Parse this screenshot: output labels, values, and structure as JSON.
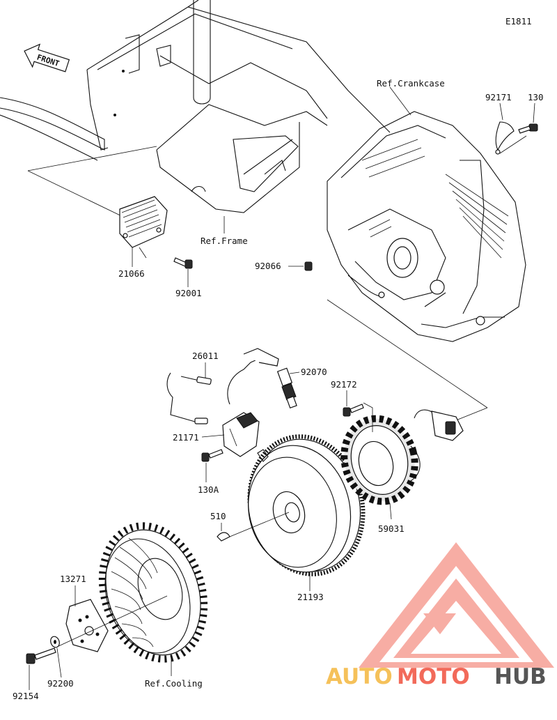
{
  "diagram_code": "E1811",
  "front_label": "FRONT",
  "references": {
    "crankcase": "Ref.Crankcase",
    "frame": "Ref.Frame",
    "cooling": "Ref.Cooling"
  },
  "parts": {
    "p92171": "92171",
    "p130": "130",
    "p92066": "92066",
    "p21066": "21066",
    "p92001": "92001",
    "p26011": "26011",
    "p92070": "92070",
    "p92172": "92172",
    "p21171": "21171",
    "p130A": "130A",
    "p510": "510",
    "p59031": "59031",
    "p21193": "21193",
    "p13271": "13271",
    "p92200": "92200",
    "p92154": "92154"
  },
  "watermark": {
    "word_auto": "AUTO",
    "word_moto": "MOTO",
    "word_hub": "HUB",
    "color_auto": "#f5c15a",
    "color_moto": "#f26a5a",
    "color_hub": "#555555",
    "logo_color": "#f26a5a"
  }
}
